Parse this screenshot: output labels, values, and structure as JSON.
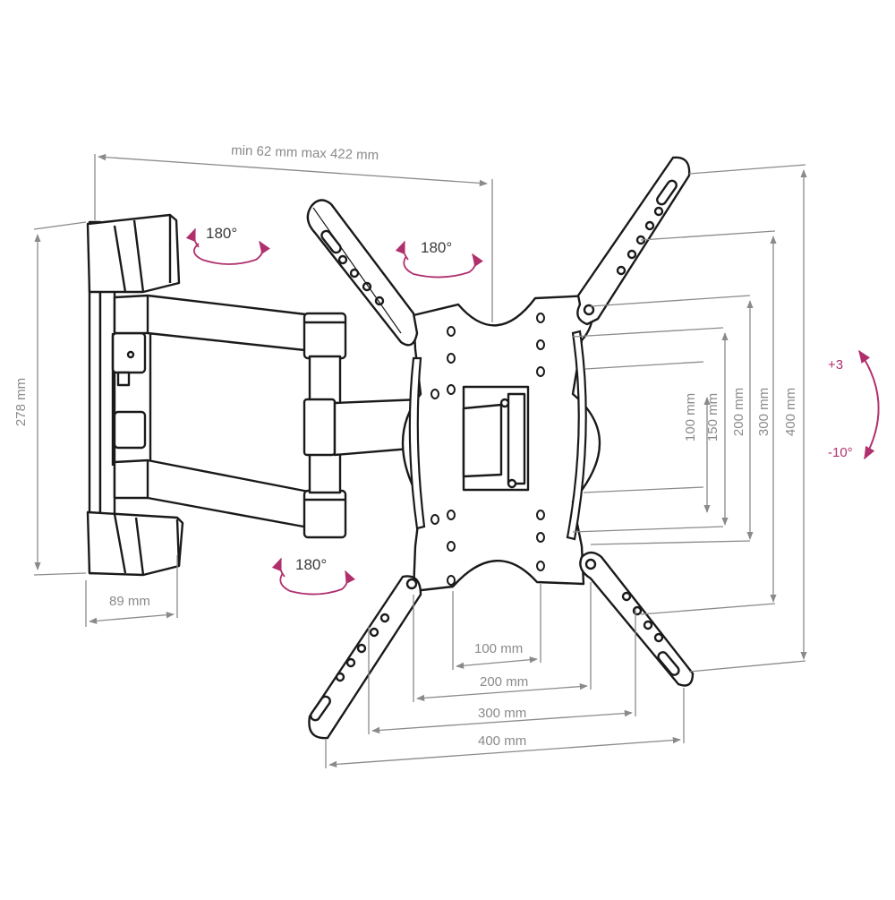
{
  "dimensions": {
    "arm_extension": "min 62 mm max 422 mm",
    "wall_plate_height": "278 mm",
    "wall_plate_depth": "89 mm",
    "vesa_horizontal": [
      "100 mm",
      "200 mm",
      "300 mm",
      "400 mm"
    ],
    "vesa_vertical": [
      "100 mm",
      "150 mm",
      "200 mm",
      "300 mm",
      "400 mm"
    ]
  },
  "rotation": {
    "wall_swivel": "180°",
    "arm_swivel": "180°",
    "plate_swivel": "180°"
  },
  "tilt": {
    "up": "+3",
    "down": "-10°"
  },
  "colors": {
    "line": "#1a1a1a",
    "dimension": "#8a8a8a",
    "accent": "#b0306e"
  }
}
